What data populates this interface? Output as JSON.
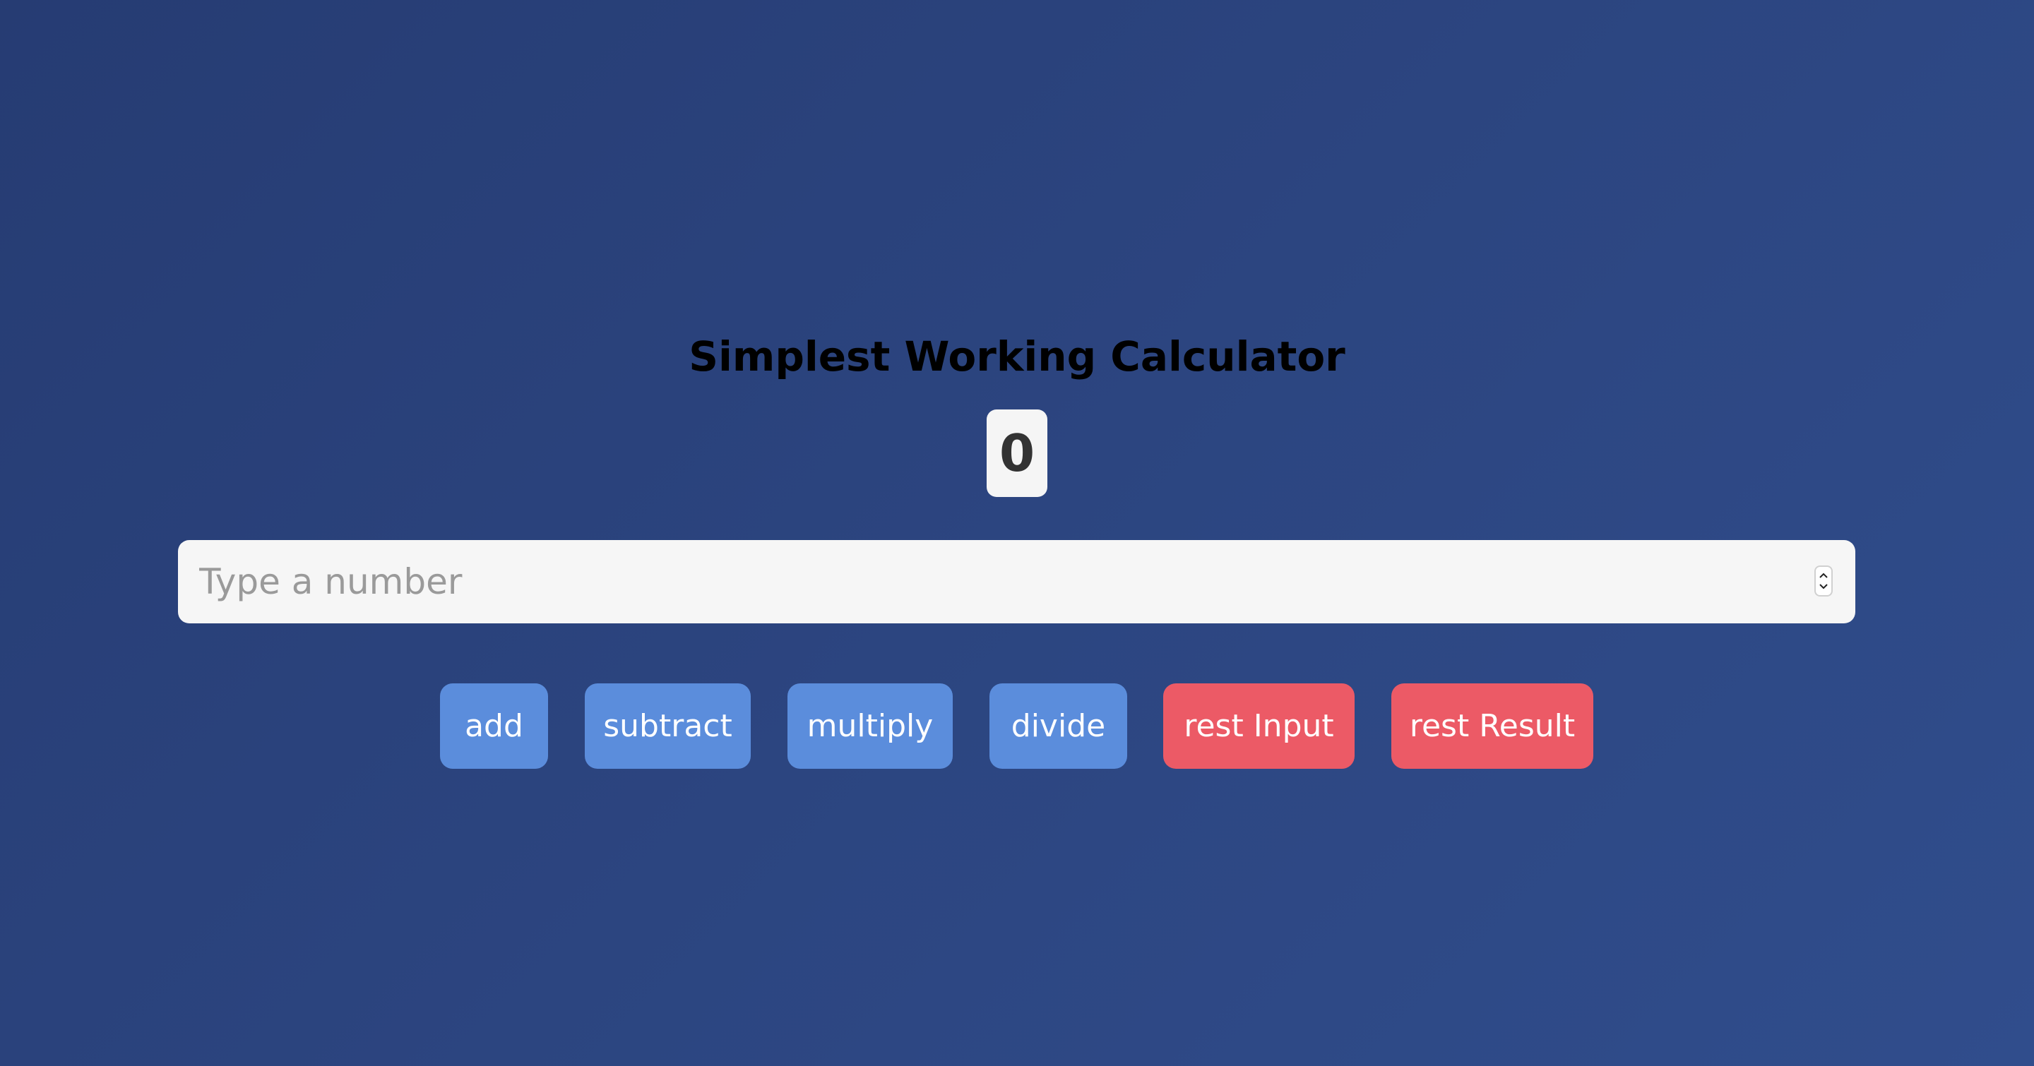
{
  "app": {
    "title": "Simplest Working Calculator"
  },
  "result": {
    "value": "0"
  },
  "input": {
    "value": "",
    "placeholder": "Type a number"
  },
  "buttons": {
    "add": "add",
    "subtract": "subtract",
    "multiply": "multiply",
    "divide": "divide",
    "rest_input": "rest Input",
    "rest_result": "rest Result"
  },
  "colors": {
    "background_start": "#263c73",
    "background_end": "#304d8c",
    "operation_button": "#5b8ddc",
    "reset_button": "#ec5a66",
    "result_box": "#f5f5f5",
    "input_bg": "#f6f6f6"
  },
  "icons": {
    "spinner_up": "chevron-up-icon",
    "spinner_down": "chevron-down-icon"
  }
}
